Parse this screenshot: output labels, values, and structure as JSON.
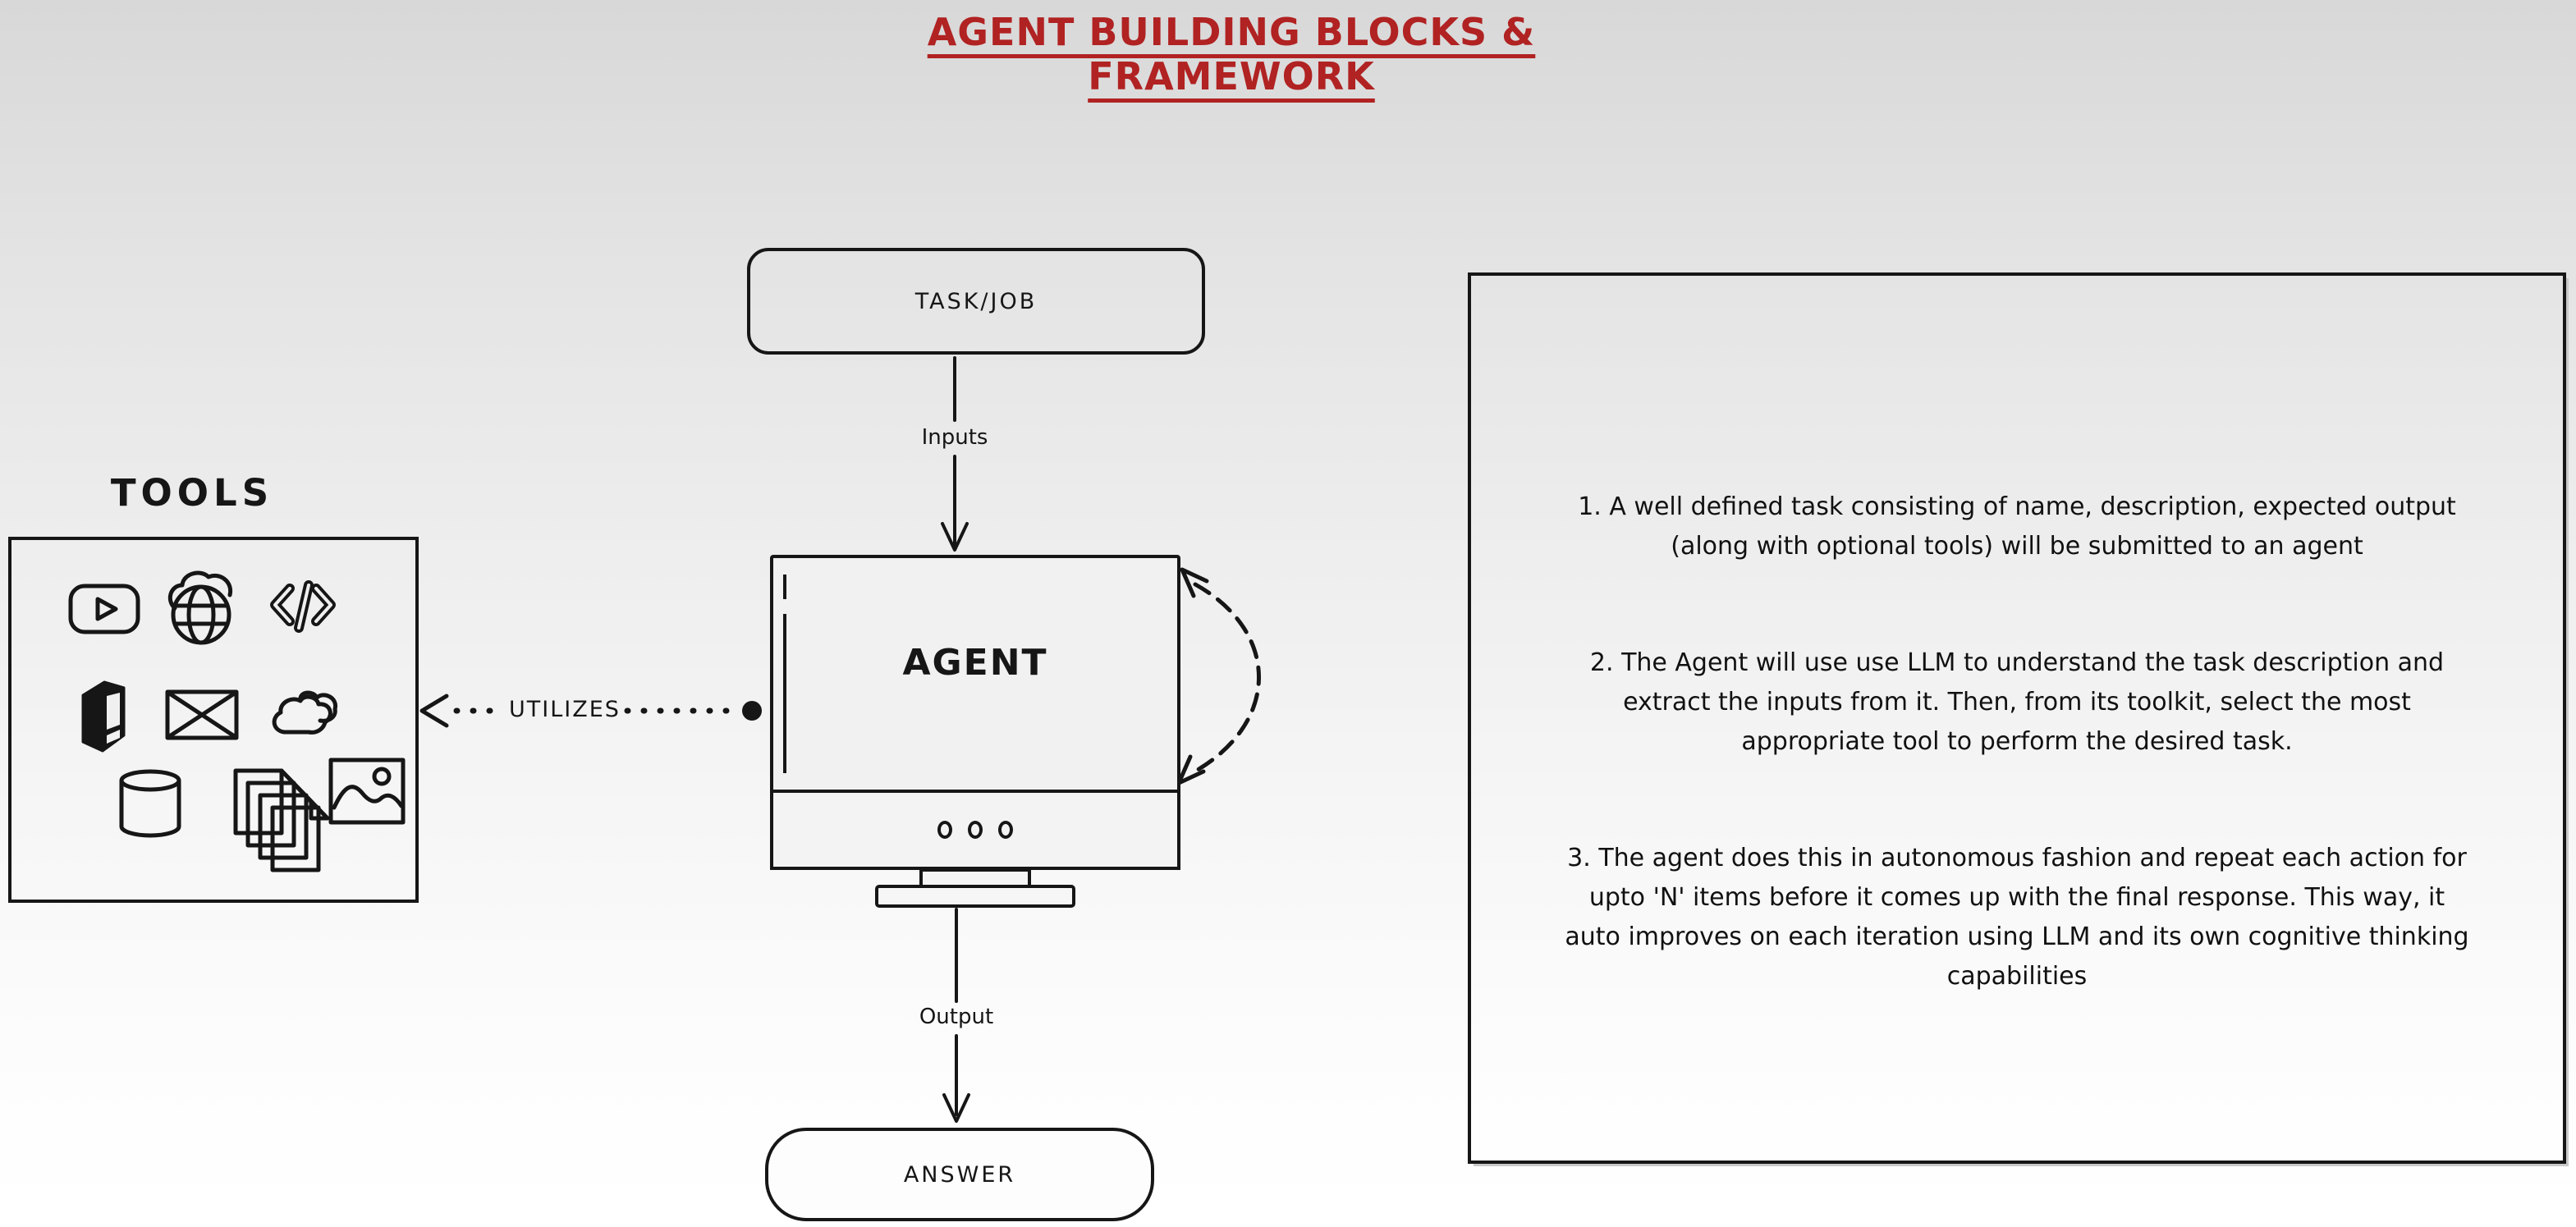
{
  "title": {
    "text": "AGENT BUILDING BLOCKS & FRAMEWORK",
    "color": "#b12222"
  },
  "flow": {
    "task_label": "TASK/JOB",
    "inputs_label": "Inputs",
    "agent_label": "AGENT",
    "utilizes_label": "UTILIZES",
    "output_label": "Output",
    "answer_label": "ANSWER"
  },
  "tools": {
    "label": "TOOLS",
    "icons": [
      "youtube-icon",
      "web-globe-icon",
      "code-icon",
      "mobile-device-icon",
      "email-icon",
      "cloud-icon",
      "database-icon",
      "documents-stack-icon",
      "image-icon"
    ]
  },
  "notes": {
    "item1": "1. A well defined task consisting of name, description, expected output\n(along with optional tools) will be submitted to an agent",
    "item2": "2. The Agent will use use LLM to understand the task description and\nextract the inputs from it. Then, from its toolkit, select the most\nappropriate tool to perform the desired task.",
    "item3": "3. The agent does this in autonomous fashion and repeat each action for\nupto 'N' items before it comes up with the final response. This way, it\nauto improves on each iteration using LLM and its own cognitive thinking\ncapabilities"
  },
  "colors": {
    "ink": "#161616",
    "accent_red": "#b12222",
    "background_top": "#d8d8d8",
    "background_bottom": "#ffffff"
  }
}
